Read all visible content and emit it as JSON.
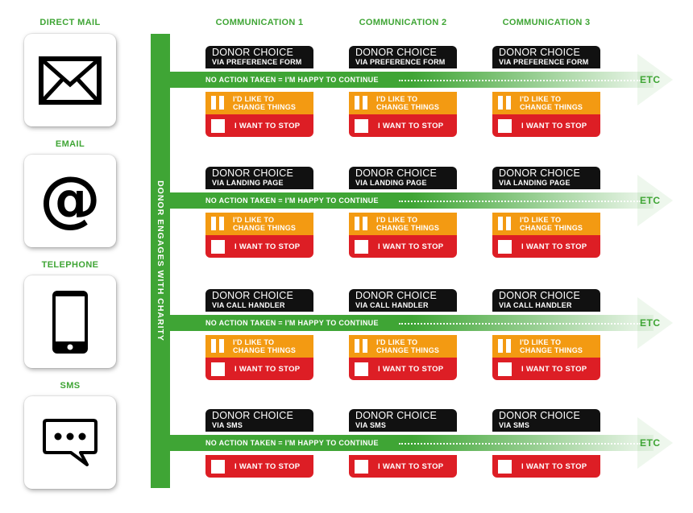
{
  "colors": {
    "green": "#3fa535",
    "black": "#111111",
    "orange": "#f39a12",
    "red": "#dd1e25",
    "white": "#ffffff"
  },
  "channels": [
    {
      "label": "DIRECT MAIL",
      "icon": "envelope-icon"
    },
    {
      "label": "EMAIL",
      "icon": "at-sign-icon"
    },
    {
      "label": "TELEPHONE",
      "icon": "mobile-phone-icon"
    },
    {
      "label": "SMS",
      "icon": "chat-bubble-icon"
    }
  ],
  "communications": [
    "COMMUNICATION 1",
    "COMMUNICATION 2",
    "COMMUNICATION 3"
  ],
  "vertical_label": "DONOR ENGAGES WITH CHARITY",
  "arrow_text": "NO ACTION TAKEN = I'M HAPPY TO CONTINUE",
  "etc_label": "ETC",
  "card": {
    "title": "DONOR CHOICE",
    "change_line1": "I'D LIKE TO",
    "change_line2": "CHANGE THINGS",
    "stop": "I WANT TO STOP"
  },
  "rows": [
    {
      "sub": "VIA PREFERENCE FORM",
      "has_change": true
    },
    {
      "sub": "VIA LANDING PAGE",
      "has_change": true
    },
    {
      "sub": "VIA CALL HANDLER",
      "has_change": true
    },
    {
      "sub": "VIA SMS",
      "has_change": false
    }
  ]
}
